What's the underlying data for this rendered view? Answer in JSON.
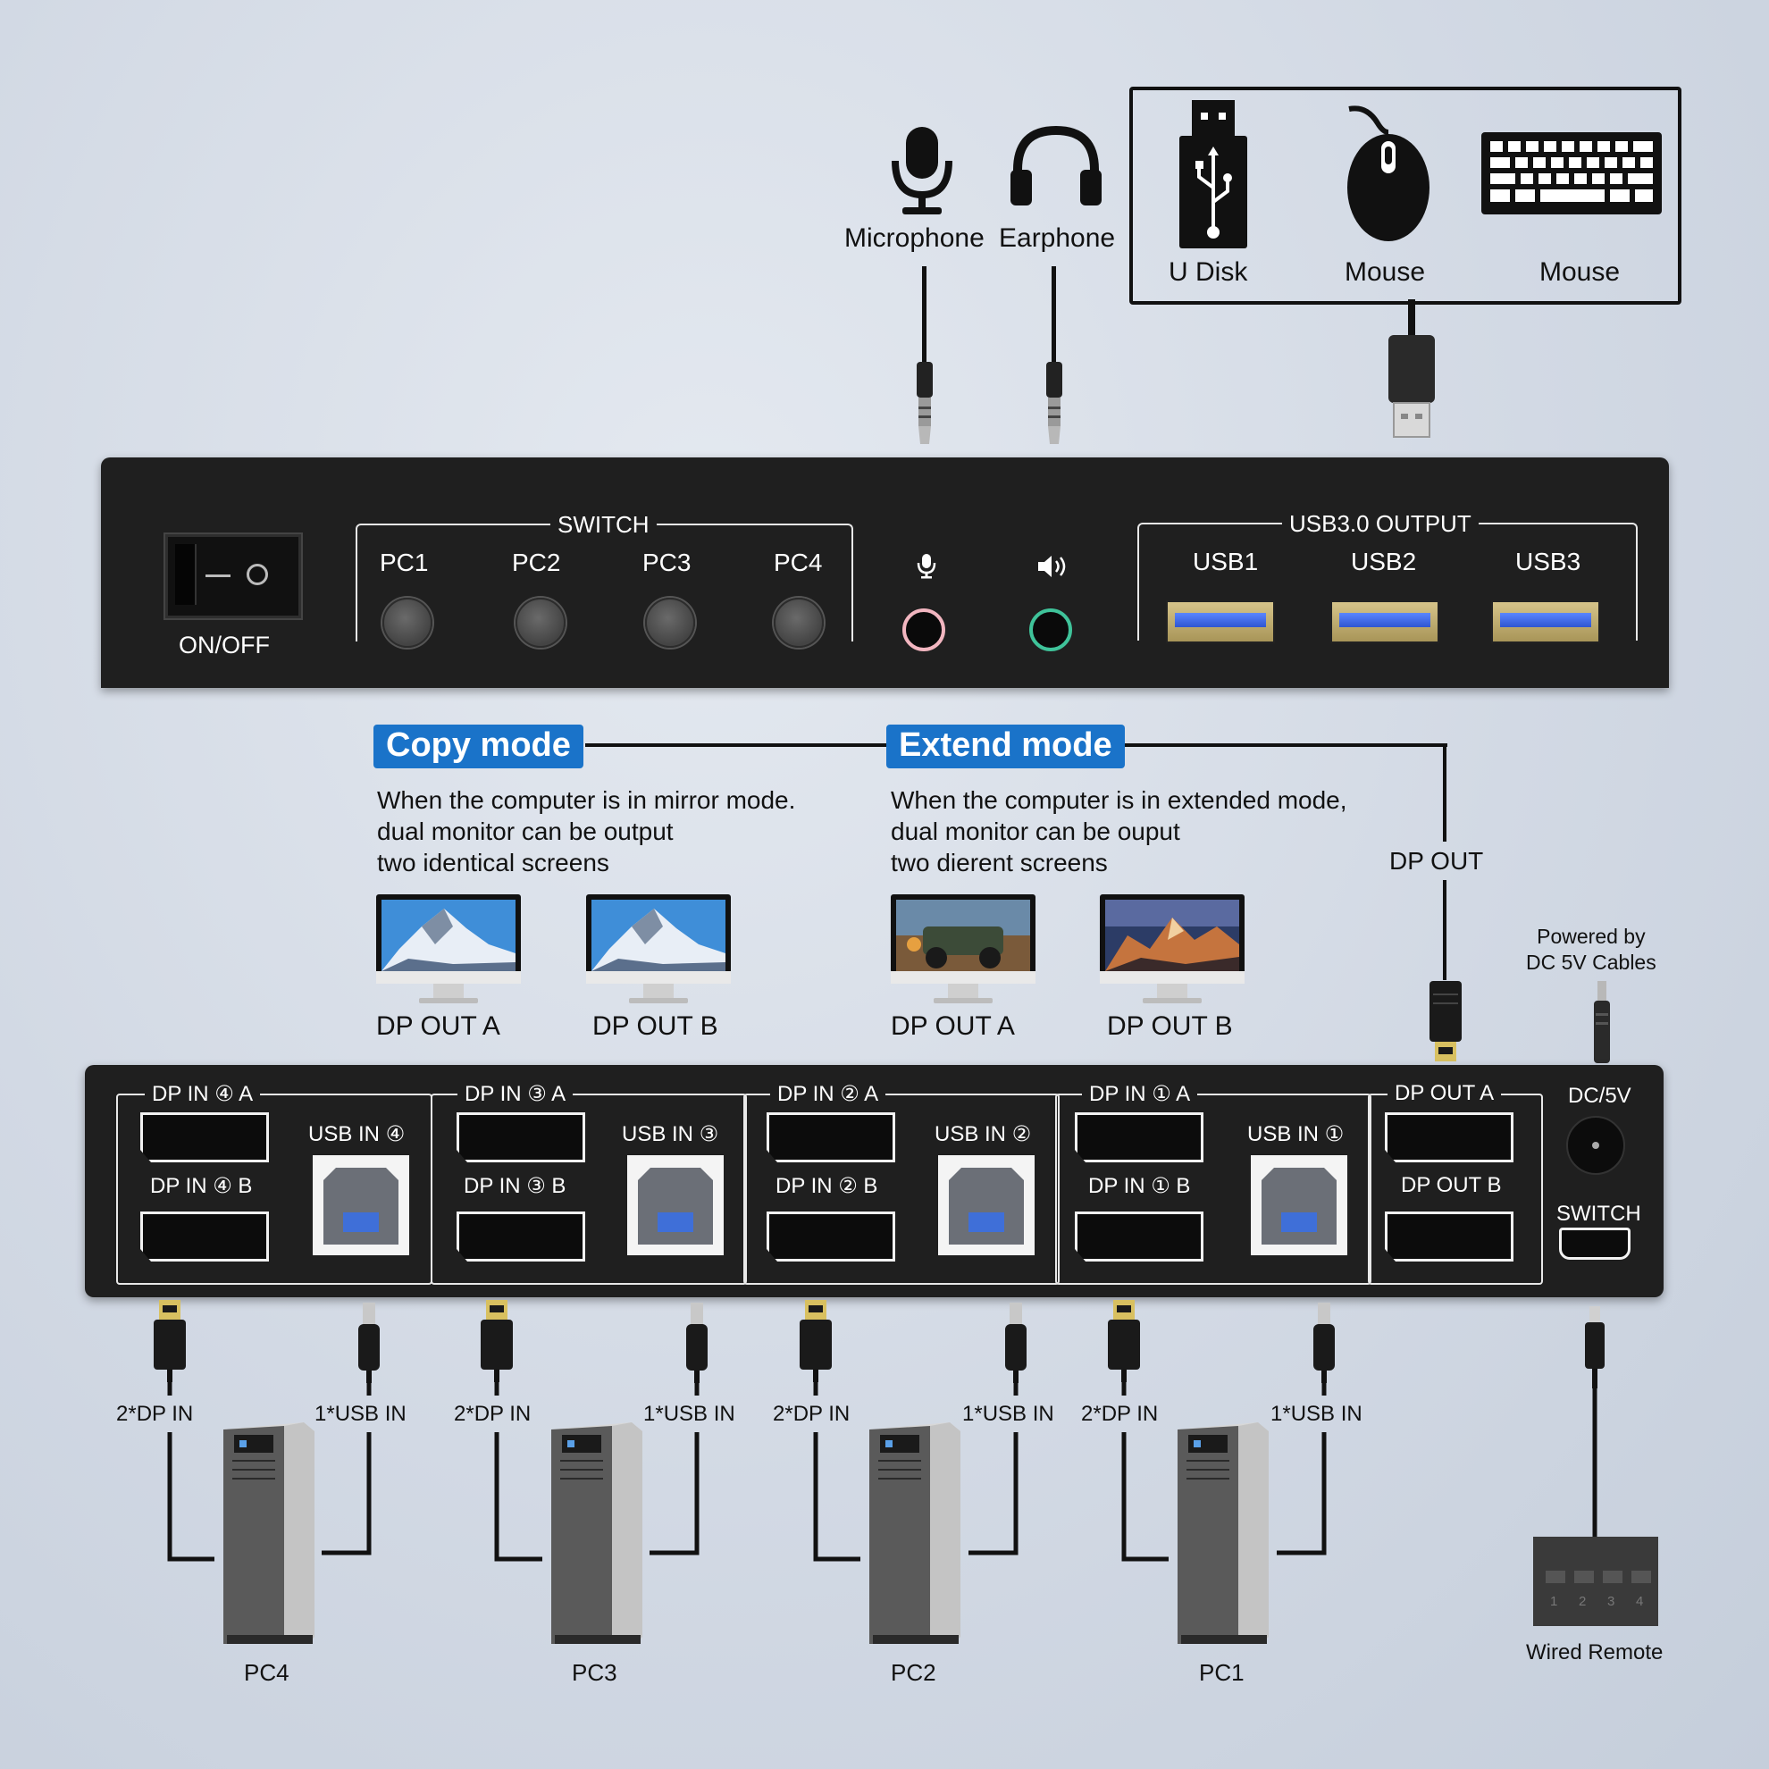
{
  "peripherals": {
    "microphone": "Microphone",
    "earphone": "Earphone",
    "udisk": "U Disk",
    "mouse": "Mouse",
    "keyboard": "Mouse"
  },
  "front_panel": {
    "power": "ON/OFF",
    "switch_title": "SWITCH",
    "pc_buttons": [
      "PC1",
      "PC2",
      "PC3",
      "PC4"
    ],
    "usb_title": "USB3.0 OUTPUT",
    "usb_ports": [
      "USB1",
      "USB2",
      "USB3"
    ]
  },
  "modes": {
    "copy": {
      "tag": "Copy mode",
      "text": "When the computer is in mirror mode.\ndual monitor can be output\ntwo identical screens",
      "outputs": [
        "DP OUT A",
        "DP OUT B"
      ]
    },
    "extend": {
      "tag": "Extend mode",
      "text": "When the computer is in extended mode,\ndual monitor can be ouput\ntwo dierent screens",
      "outputs": [
        "DP OUT A",
        "DP OUT B"
      ]
    },
    "dp_out": "DP OUT",
    "power_note": "Powered by\nDC 5V Cables"
  },
  "back_panel": {
    "groups": [
      {
        "dp_a": "DP IN ④ A",
        "dp_b": "DP IN ④ B",
        "usb": "USB IN ④"
      },
      {
        "dp_a": "DP IN ③ A",
        "dp_b": "DP IN ③ B",
        "usb": "USB IN ③"
      },
      {
        "dp_a": "DP IN ② A",
        "dp_b": "DP IN ② B",
        "usb": "USB IN ②"
      },
      {
        "dp_a": "DP IN ① A",
        "dp_b": "DP IN ① B",
        "usb": "USB IN ①"
      }
    ],
    "dp_out_a": "DP OUT A",
    "dp_out_b": "DP OUT B",
    "dc": "DC/5V",
    "switch": "SWITCH"
  },
  "computers": [
    {
      "name": "PC4",
      "dp": "2*DP IN",
      "usb": "1*USB IN"
    },
    {
      "name": "PC3",
      "dp": "2*DP IN",
      "usb": "1*USB IN"
    },
    {
      "name": "PC2",
      "dp": "2*DP IN",
      "usb": "1*USB IN"
    },
    {
      "name": "PC1",
      "dp": "2*DP IN",
      "usb": "1*USB IN"
    }
  ],
  "remote": {
    "label": "Wired Remote",
    "keys": [
      "1",
      "2",
      "3",
      "4"
    ]
  },
  "colors": {
    "device_body": "#1f1f1f",
    "mode_tag": "#1a73c9",
    "usb3_blue": "#3f6fd8"
  }
}
